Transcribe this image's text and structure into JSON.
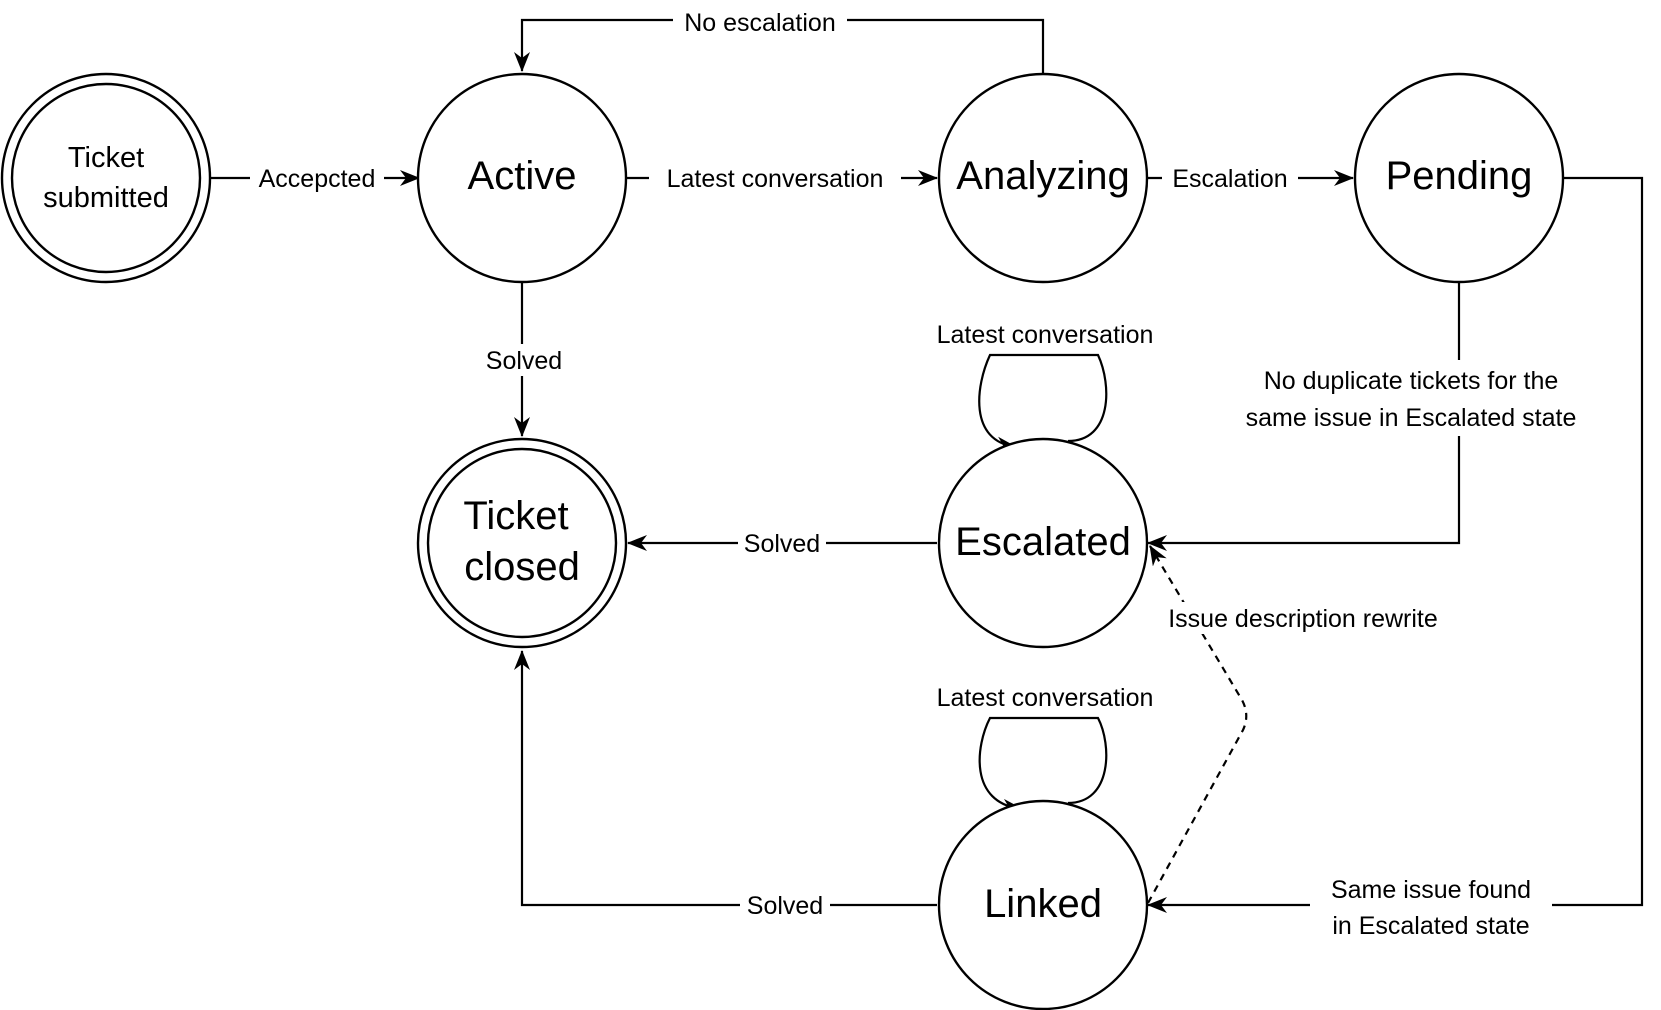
{
  "diagram": {
    "type": "state-diagram",
    "colors": {
      "stroke": "#000000",
      "background": "#ffffff"
    },
    "nodes": {
      "submitted": {
        "lines": [
          "Ticket",
          "submitted"
        ],
        "double_border": true
      },
      "active": {
        "lines": [
          "Active"
        ],
        "double_border": false
      },
      "analyzing": {
        "lines": [
          "Analyzing"
        ],
        "double_border": false
      },
      "pending": {
        "lines": [
          "Pending"
        ],
        "double_border": false
      },
      "closed": {
        "lines": [
          "Ticket",
          "closed"
        ],
        "double_border": true
      },
      "escalated": {
        "lines": [
          "Escalated"
        ],
        "double_border": false
      },
      "linked": {
        "lines": [
          "Linked"
        ],
        "double_border": false
      }
    },
    "edges": {
      "accepted": {
        "from": "submitted",
        "to": "active",
        "lines": [
          "Accepcted"
        ]
      },
      "latest_active_analyzing": {
        "from": "active",
        "to": "analyzing",
        "lines": [
          "Latest conversation"
        ]
      },
      "escalation": {
        "from": "analyzing",
        "to": "pending",
        "lines": [
          "Escalation"
        ]
      },
      "no_escalation": {
        "from": "analyzing",
        "to": "active",
        "lines": [
          "No escalation"
        ]
      },
      "solved_active": {
        "from": "active",
        "to": "closed",
        "lines": [
          "Solved"
        ]
      },
      "self_escalated": {
        "from": "escalated",
        "to": "escalated",
        "lines": [
          "Latest conversation"
        ]
      },
      "no_duplicate": {
        "from": "pending",
        "to": "escalated",
        "lines": [
          "No duplicate tickets for the",
          "same issue in Escalated state"
        ]
      },
      "solved_escalated": {
        "from": "escalated",
        "to": "closed",
        "lines": [
          "Solved"
        ]
      },
      "rewrite": {
        "from": "linked",
        "to": "escalated",
        "lines": [
          "Issue description rewrite"
        ],
        "style": "dashed"
      },
      "self_linked": {
        "from": "linked",
        "to": "linked",
        "lines": [
          "Latest conversation"
        ]
      },
      "solved_linked": {
        "from": "linked",
        "to": "closed",
        "lines": [
          "Solved"
        ]
      },
      "same_issue": {
        "from": "pending",
        "to": "linked",
        "lines": [
          "Same issue found",
          "in Escalated state"
        ]
      }
    }
  }
}
